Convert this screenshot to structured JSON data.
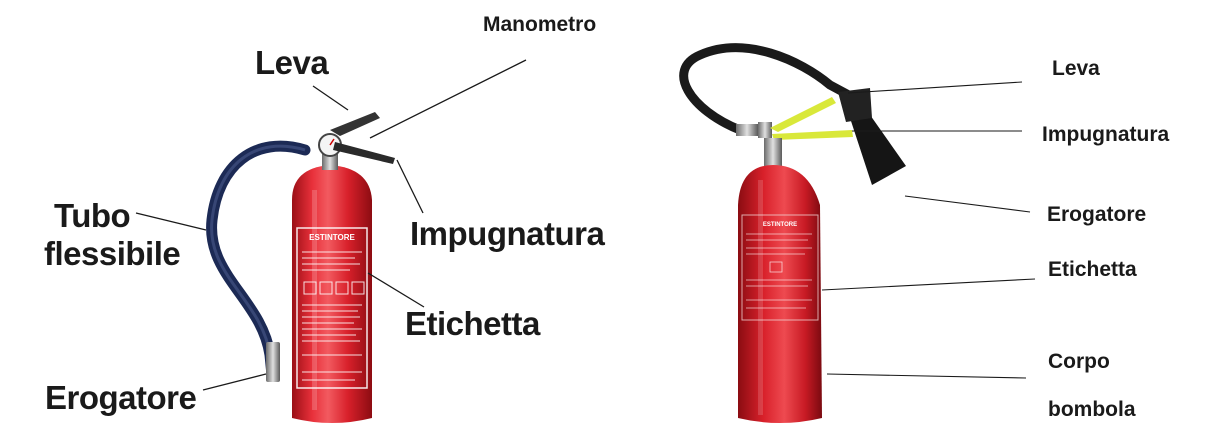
{
  "left_diagram": {
    "labels": {
      "leva": "Leva",
      "manometro": "Manometro",
      "tubo_flessibile_line1": "Tubo",
      "tubo_flessibile_line2": "flessibile",
      "impugnatura": "Impugnatura",
      "etichetta": "Etichetta",
      "erogatore": "Erogatore"
    },
    "sticker_heading": "ESTINTORE"
  },
  "right_diagram": {
    "labels": {
      "leva": "Leva",
      "impugnatura": "Impugnatura",
      "erogatore": "Erogatore",
      "etichetta": "Etichetta",
      "corpo_line1": "Corpo",
      "corpo_line2": "bombola"
    },
    "sticker_heading": "ESTINTORE"
  },
  "colors": {
    "cylinder_red": "#d8202a",
    "hose_left": "#1c2a55",
    "hose_right": "#1a1a1a",
    "label_text": "#1a1a1a",
    "handle_yellow": "#d9e83a"
  }
}
